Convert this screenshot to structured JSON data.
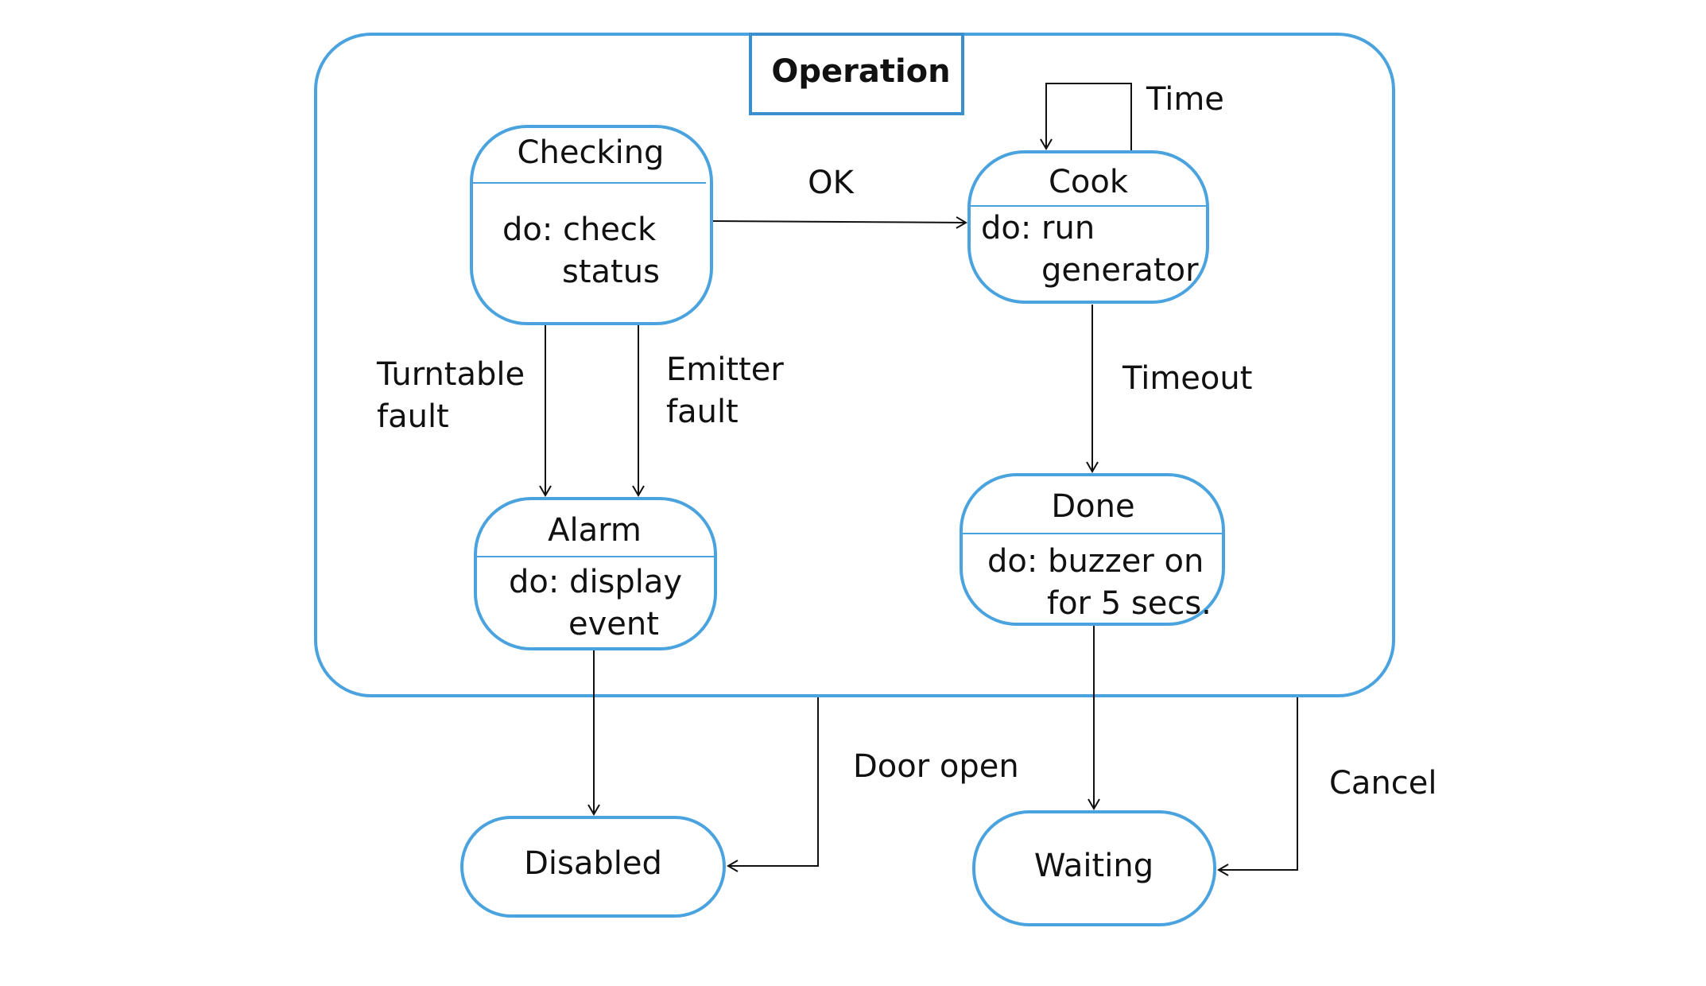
{
  "colors": {
    "state_border": "#4aa3df",
    "title_border": "#3a8fcf",
    "line": "#111111",
    "text": "#111111"
  },
  "composite": {
    "title": "Operation"
  },
  "states": {
    "checking": {
      "name": "Checking",
      "activity_line1": "do: check",
      "activity_line2": "status"
    },
    "cook": {
      "name": "Cook",
      "activity_line1": "do: run",
      "activity_line2": "generator"
    },
    "alarm": {
      "name": "Alarm",
      "activity_line1": "do: display",
      "activity_line2": "event"
    },
    "done": {
      "name": "Done",
      "activity_line1": "do: buzzer on",
      "activity_line2": "for 5 secs."
    },
    "disabled": {
      "name": "Disabled"
    },
    "waiting": {
      "name": "Waiting"
    }
  },
  "transitions": {
    "ok": "OK",
    "time": "Time",
    "timeout": "Timeout",
    "turntable_fault_line1": "Turntable",
    "turntable_fault_line2": "fault",
    "emitter_fault_line1": "Emitter",
    "emitter_fault_line2": "fault",
    "door_open": "Door open",
    "cancel": "Cancel"
  }
}
